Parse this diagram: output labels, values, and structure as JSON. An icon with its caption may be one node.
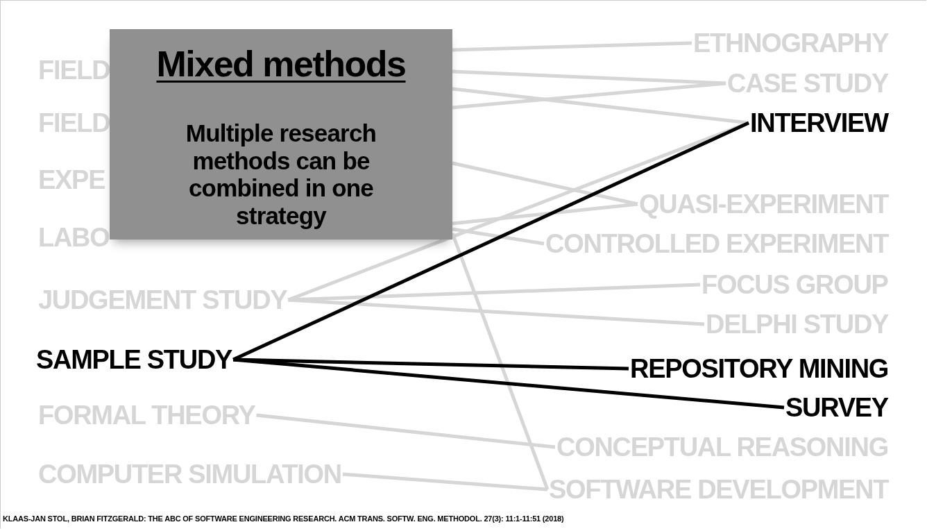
{
  "diagram": {
    "nodes": [
      {
        "text": [
          "Mixed methods",
          "Multiple research methods can be combined in one strategy"
        ]
      },
      {
        "text": [
          "ETHNOGRAPHY"
        ]
      },
      {
        "text": [
          "FIELD"
        ]
      },
      {
        "text": [
          "CASE STUDY"
        ]
      },
      {
        "text": [
          "FIELD"
        ]
      },
      {
        "text": [
          "INTERVIEW"
        ]
      },
      {
        "text": [
          "EXPE"
        ]
      },
      {
        "text": [
          "QUASI-EXPERIMENT"
        ]
      },
      {
        "text": [
          "LABO"
        ]
      },
      {
        "text": [
          "CONTROLLED EXPERIMENT"
        ]
      },
      {
        "text": [
          "JUDGEMENT STUDY"
        ]
      },
      {
        "text": [
          "FOCUS GROUP"
        ]
      },
      {
        "text": [
          "DELPHI STUDY"
        ]
      },
      {
        "text": [
          "SAMPLE STUDY"
        ]
      },
      {
        "text": [
          "REPOSITORY MINING"
        ]
      },
      {
        "text": [
          "SURVEY"
        ]
      },
      {
        "text": [
          "FORMAL THEORY"
        ]
      },
      {
        "text": [
          "CONCEPTUAL REASONING"
        ]
      },
      {
        "text": [
          "COMPUTER SIMULATION"
        ]
      },
      {
        "text": [
          "SOFTWARE DEVELOPMENT"
        ]
      }
    ],
    "edges": [
      {
        "from": 0,
        "to": 1,
        "arrow": "none"
      },
      {
        "from": 0,
        "to": 3,
        "arrow": "none"
      },
      {
        "from": 0,
        "to": 5,
        "arrow": "none"
      },
      {
        "from": 0,
        "to": 3,
        "arrow": "none"
      },
      {
        "from": 0,
        "to": 7,
        "arrow": "none"
      },
      {
        "from": 0,
        "to": 7,
        "arrow": "none"
      },
      {
        "from": 0,
        "to": 9,
        "arrow": "none"
      },
      {
        "from": 0,
        "to": 19,
        "arrow": "none"
      },
      {
        "from": 10,
        "to": 5,
        "arrow": "none"
      },
      {
        "from": 10,
        "to": 11,
        "arrow": "none"
      },
      {
        "from": 10,
        "to": 12,
        "arrow": "none"
      },
      {
        "from": 13,
        "to": 5,
        "arrow": "none",
        "color": "#000000"
      },
      {
        "from": 13,
        "to": 14,
        "arrow": "none",
        "color": "#000000"
      },
      {
        "from": 13,
        "to": 15,
        "arrow": "none",
        "color": "#000000"
      },
      {
        "from": 16,
        "to": 17,
        "arrow": "none"
      },
      {
        "from": 18,
        "to": 19,
        "arrow": "none"
      }
    ],
    "labels": [
      "KLAAS-JAN STOL, BRIAN FITZGERALD: THE ABC OF SOFTWARE ENGINEERING RESEARCH. ACM TRANS. SOFTW. ENG. METHODOL. 27(3): 11:1-11:51 (2018)"
    ]
  }
}
